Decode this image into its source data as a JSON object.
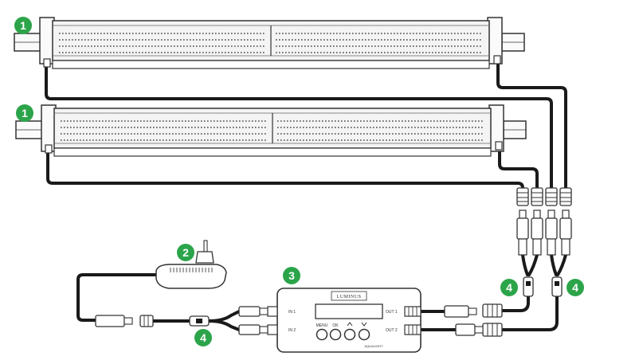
{
  "colors": {
    "badge": "#2ca44a",
    "cable": "#1a1a1a",
    "outline": "#333333",
    "fixture_fill": "#f2f2f2"
  },
  "badges": {
    "fixture_top": "1",
    "fixture_bottom": "1",
    "power_adapter": "2",
    "controller": "3",
    "splitter_left": "4",
    "splitter_mid": "4",
    "splitter_right": "4"
  },
  "controller": {
    "logo": "LUMINUS",
    "in1": "IN 1",
    "in2": "IN 2",
    "out1": "OUT 1",
    "out2": "OUT 2",
    "menu": "MENU",
    "ok": "OK",
    "brand_small": "AQUALIGHT"
  },
  "icons": {
    "up": "chevron-up-icon",
    "down": "chevron-down-icon"
  }
}
